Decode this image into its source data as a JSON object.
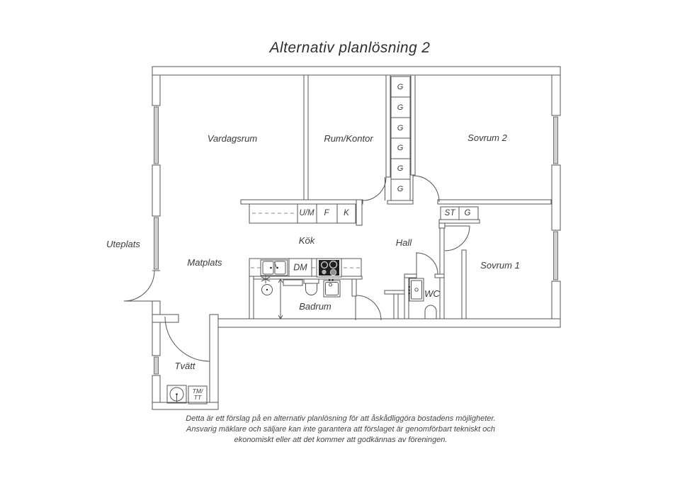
{
  "title": "Alternativ planlösning 2",
  "rooms": {
    "vardagsrum": "Vardagsrum",
    "rum_kontor": "Rum/Kontor",
    "sovrum_2": "Sovrum 2",
    "sovrum_1": "Sovrum 1",
    "kok": "Kök",
    "hall": "Hall",
    "matplats": "Matplats",
    "uteplats": "Uteplats",
    "badrum": "Badrum",
    "wc": "WC",
    "tvatt": "Tvätt"
  },
  "appliances": {
    "um": "U/M",
    "f": "F",
    "k": "K",
    "st": "ST",
    "g": "G",
    "dm": "DM",
    "tm_tt": "TM/\nTT"
  },
  "wardrobes": [
    "G",
    "G",
    "G",
    "G",
    "G",
    "G"
  ],
  "disclaimer": [
    "Detta är ett förslag på en alternativ planlösning för att åskådliggöra bostadens möjligheter.",
    "Ansvarig mäklare och säljare kan inte garantera att förslaget är genomförbart tekniskt och",
    "ekonomiskt eller att det kommer att godkännas av föreningen."
  ],
  "colors": {
    "line": "#555555",
    "window_fill": "#cfcfcf",
    "text": "#3a3a3a"
  }
}
